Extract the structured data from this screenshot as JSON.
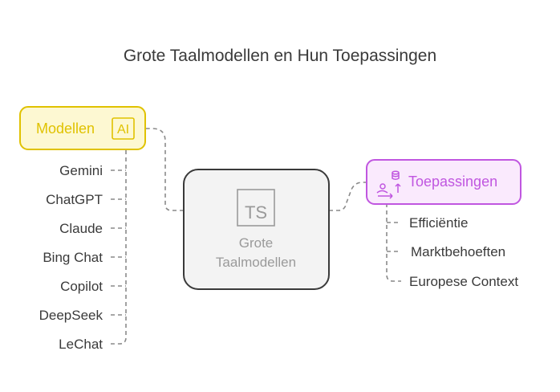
{
  "title": "Grote Taalmodellen en Hun Toepassingen",
  "center": {
    "icon_text": "TS",
    "line1": "Grote",
    "line2": "Taalmodellen",
    "icon": "ts-icon"
  },
  "left": {
    "label": "Modellen",
    "icon_text": "AI",
    "icon": "ai-icon",
    "color": "#e0c200",
    "fill": "#fdf8d2",
    "items": [
      "Gemini",
      "ChatGPT",
      "Claude",
      "Bing Chat",
      "Copilot",
      "DeepSeek",
      "LeChat"
    ]
  },
  "right": {
    "label": "Toepassingen",
    "icon": "data-flow-icon",
    "color": "#c056e0",
    "fill": "#faeafd",
    "items": [
      "Efficiëntie",
      "Marktbehoeften",
      "Europese Context"
    ]
  }
}
